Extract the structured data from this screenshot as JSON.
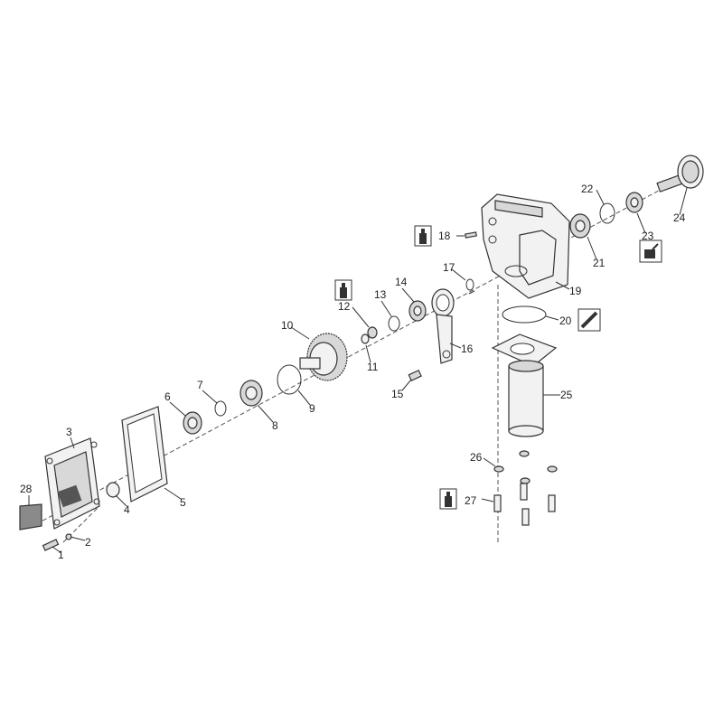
{
  "callouts": [
    "1",
    "2",
    "3",
    "4",
    "5",
    "6",
    "7",
    "8",
    "9",
    "10",
    "11",
    "12",
    "13",
    "14",
    "15",
    "16",
    "17",
    "18",
    "19",
    "20",
    "21",
    "22",
    "23",
    "24",
    "25",
    "26",
    "27",
    "28"
  ],
  "icons": {
    "adhesive": "adhesive-bottle-icon",
    "sealant": "sealant-tube-icon",
    "grease": "grease-can-icon"
  }
}
